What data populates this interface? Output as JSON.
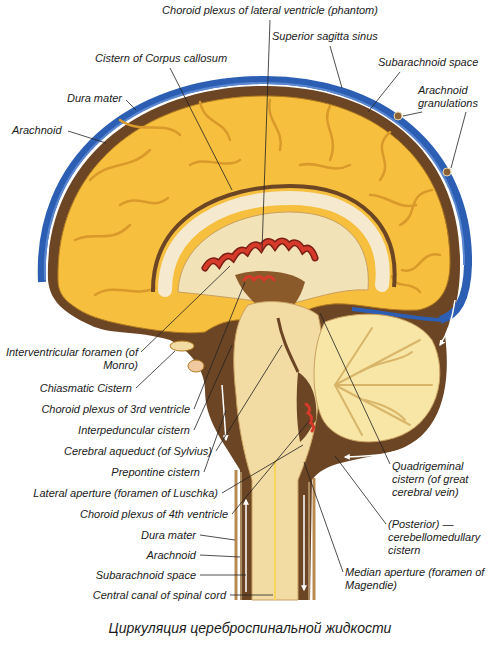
{
  "diagram": {
    "caption": "Циркуляция цереброспинальной жидкости",
    "labels": [
      "Choroid plexus of lateral ventricle (phantom)",
      "Superior sagitta sinus",
      "Subarachnoid space",
      "Cistern of Corpus callosum",
      "Arachnoid granulations",
      "Dura mater",
      "Arachnoid",
      "Interventricular foramen (of Monro)",
      "Chiasmatic Cistern",
      "Choroid plexus of 3rd ventricle",
      "Interpeduncular cistern",
      "Cerebral aqueduct (of Sylvius)",
      "Prepontine cistern",
      "Lateral aperture (foramen of Luschka)",
      "Choroid plexus of 4th ventricle",
      "Quadrigeminal cistern (of great cerebral vein)",
      "(Posterior) — cerebellomedullary cistern",
      "Dura mater",
      "Arachnoid",
      "Subarachnoid space",
      "Median aperture (foramen of Magendie)",
      "Central canal of spinal cord"
    ]
  }
}
